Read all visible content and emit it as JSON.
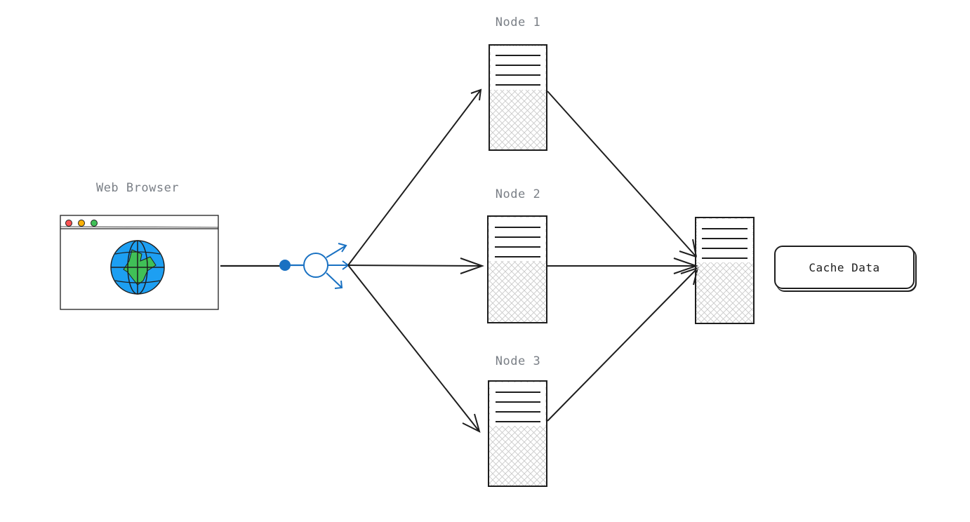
{
  "labels": {
    "browser": "Web Browser",
    "node1": "Node 1",
    "node2": "Node 2",
    "node3": "Node 3",
    "cache": "Cache Data"
  },
  "colors": {
    "stroke": "#1e1e1e",
    "label": "#7a7f86",
    "balancer": "#1971c2",
    "globe_ocean": "#1d9ff2",
    "globe_land": "#40c057",
    "dot_red": "#fa5252",
    "dot_yellow": "#fab005",
    "dot_green": "#40c057",
    "hatch": "#c9c9c9"
  },
  "icons": {
    "browser": "browser-window-icon",
    "globe": "globe-icon",
    "balancer": "load-balancer-icon",
    "server": "server-icon"
  }
}
